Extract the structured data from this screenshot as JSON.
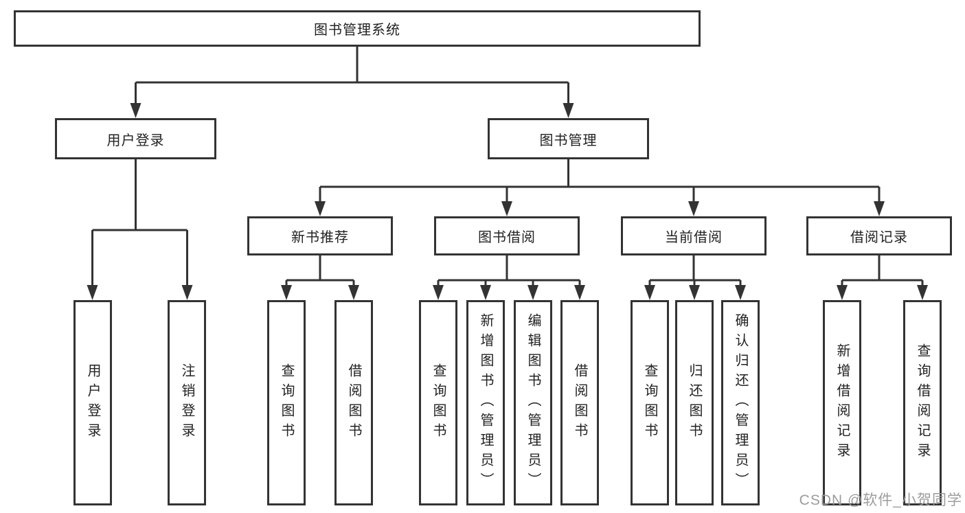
{
  "diagram": {
    "title": "图书管理系统",
    "nodes": {
      "root": "图书管理系统",
      "user_login": "用户登录",
      "book_mgmt": "图书管理",
      "new_books": "新书推荐",
      "book_borrow": "图书借阅",
      "current_borrow": "当前借阅",
      "borrow_records": "借阅记录",
      "leaf_user_login": "用户登录",
      "leaf_logout": "注销登录",
      "nb_query_books": "查询图书",
      "nb_borrow_books": "借阅图书",
      "bb_query_books": "查询图书",
      "bb_add_books": "新增图书（管理员）",
      "bb_edit_books": "编辑图书（管理员）",
      "bb_borrow_books": "借阅图书",
      "cb_query_books": "查询图书",
      "cb_return_books": "归还图书",
      "cb_confirm_return": "确认归还（管理员）",
      "br_add_record": "新增借阅记录",
      "br_query_record": "查询借阅记录"
    },
    "hierarchy": {
      "图书管理系统": {
        "用户登录": [
          "用户登录",
          "注销登录"
        ],
        "图书管理": {
          "新书推荐": [
            "查询图书",
            "借阅图书"
          ],
          "图书借阅": [
            "查询图书",
            "新增图书（管理员）",
            "编辑图书（管理员）",
            "借阅图书"
          ],
          "当前借阅": [
            "查询图书",
            "归还图书",
            "确认归还（管理员）"
          ],
          "借阅记录": [
            "新增借阅记录",
            "查询借阅记录"
          ]
        }
      }
    }
  },
  "watermark": {
    "text": "CSDN @软件_小贺同学"
  },
  "colors": {
    "line": "#333333",
    "node_border": "#333333",
    "text": "#222222",
    "watermark": "#9c9c9c",
    "background": "#ffffff"
  }
}
